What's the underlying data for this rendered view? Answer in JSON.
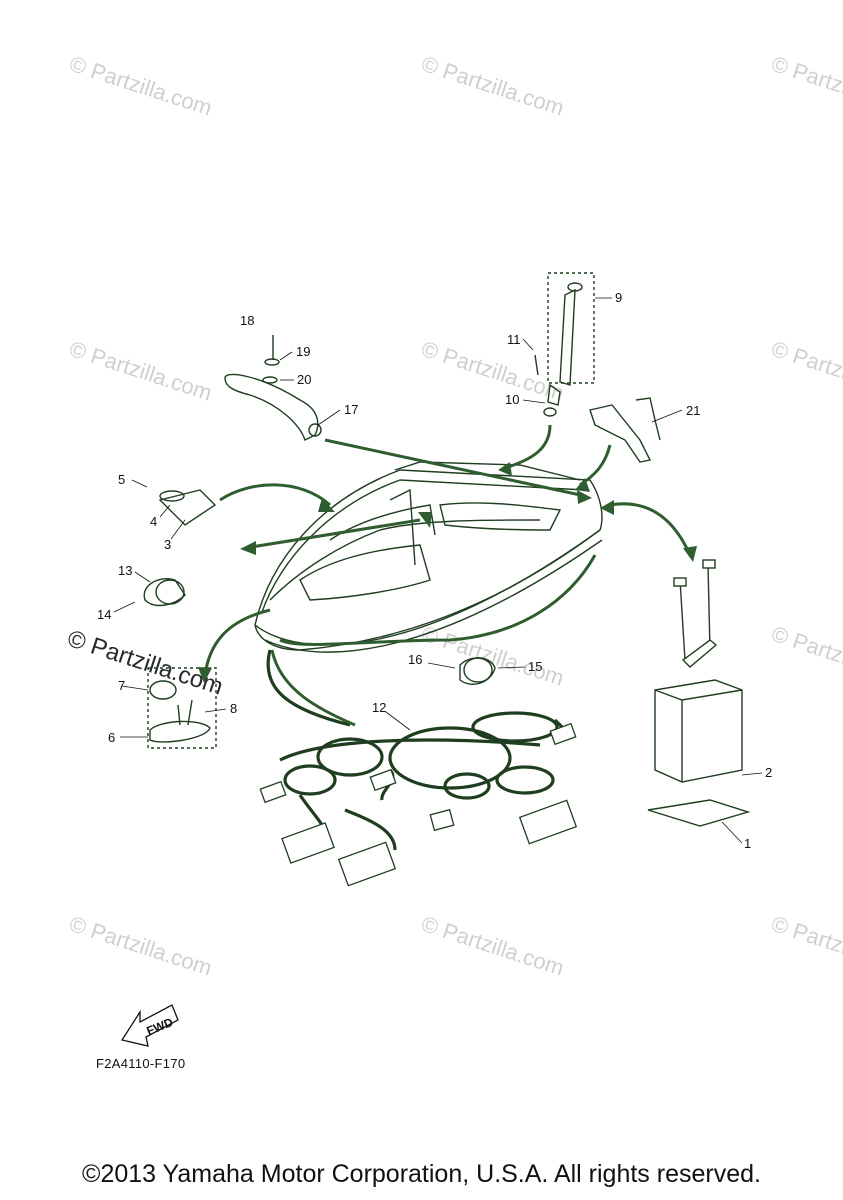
{
  "diagram": {
    "code": "F2A4110-F170",
    "copyright": "©2013 Yamaha Motor Corporation, U.S.A. All rights reserved.",
    "fwd_label": "FWD",
    "watermark": "© Partzilla.com",
    "callouts": [
      "1",
      "2",
      "3",
      "4",
      "5",
      "6",
      "7",
      "8",
      "9",
      "10",
      "11",
      "12",
      "13",
      "14",
      "15",
      "16",
      "17",
      "18",
      "19",
      "20",
      "21"
    ]
  },
  "colors": {
    "line": "#1f3d1f",
    "arrow": "#2f5d2f",
    "watermark": "#cfcfcf",
    "text": "#111111"
  }
}
